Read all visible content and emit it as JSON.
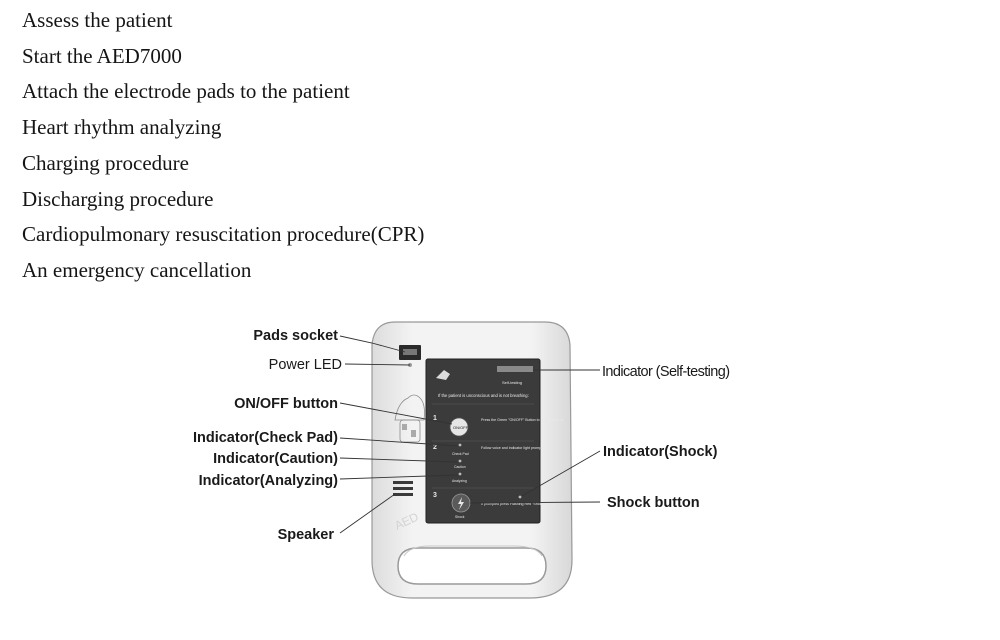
{
  "steps": [
    "Assess the patient",
    "Start the AED7000",
    "Attach the electrode pads to the patient",
    "Heart rhythm analyzing",
    "Charging procedure",
    "Discharging procedure",
    "Cardiopulmonary resuscitation procedure(CPR)",
    "An emergency cancellation"
  ],
  "diagram": {
    "labels": {
      "pads_socket": "Pads socket",
      "power_led": "Power LED",
      "on_off_button": "ON/OFF button",
      "indicator_check_pad": "Indicator(Check Pad)",
      "indicator_caution": "Indicator(Caution)",
      "indicator_analyzing": "Indicator(Analyzing)",
      "speaker": "Speaker",
      "indicator_self_testing": "Indicator (Self-testing)",
      "indicator_shock": "Indicator(Shock)",
      "shock_button": "Shock button"
    },
    "device": {
      "step1_text": "If the patient is unconscious and is not breathing:",
      "step1_instruction": "Press the Green \"ON/OFF\" Button to turn system on.",
      "on_off_key": "ON/OFF",
      "step2_instruction": "Follow voice and indicator light prompts.",
      "step3_instruction": "If prompted press Flashing Red \"Shock\" Button",
      "check_pad_text": "Check Pad",
      "caution_text": "Caution",
      "analyzing_text": "Analyzing",
      "shock_text": "Shock",
      "self_test_text": "Self-testing",
      "step1_number": "1",
      "step2_number": "2",
      "step3_number": "3",
      "brand_text": "AED"
    },
    "colors": {
      "device_body": "#eeeeee",
      "panel": "#3b3b3b",
      "handle": "#e4e4e4"
    }
  }
}
